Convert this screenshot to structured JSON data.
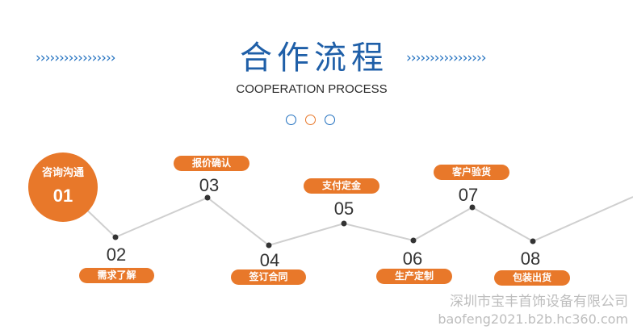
{
  "header": {
    "title": "合作流程",
    "subtitle": "COOPERATION PROCESS",
    "chevrons": "›››››››››››››››››",
    "accent_color": "#1f6fbf",
    "dot_colors": [
      "#1f6fbf",
      "#e8782a",
      "#1f6fbf"
    ]
  },
  "steps": [
    {
      "number": "01",
      "label": "咨询沟通"
    },
    {
      "number": "02",
      "label": "需求了解"
    },
    {
      "number": "03",
      "label": "报价确认"
    },
    {
      "number": "04",
      "label": "签订合同"
    },
    {
      "number": "05",
      "label": "支付定金"
    },
    {
      "number": "06",
      "label": "生产定制"
    },
    {
      "number": "07",
      "label": "客户验货"
    },
    {
      "number": "08",
      "label": "包装出货"
    }
  ],
  "badge_color": "#e8782a",
  "watermark": {
    "company": "深圳市宝丰首饰设备有限公司",
    "url": "baofeng2021.b2b.hc360.com"
  }
}
